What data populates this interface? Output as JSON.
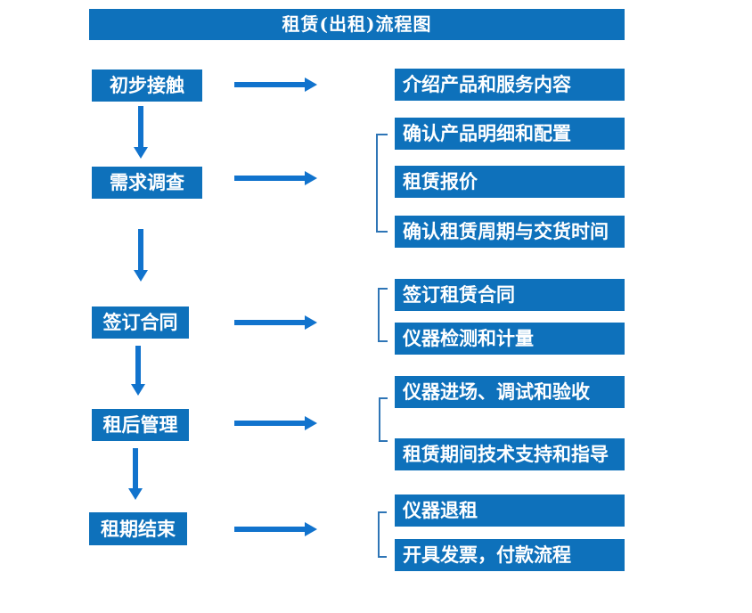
{
  "title": "租赁(出租)流程图",
  "colors": {
    "box_fill": "#0e71bb",
    "arrow": "#1173cd",
    "bracket": "#2e75b6",
    "text": "#ffffff"
  },
  "rows": [
    {
      "stage": "初步接触",
      "items": [
        "介绍产品和服务内容"
      ]
    },
    {
      "stage": "需求调查",
      "items": [
        "确认产品明细和配置",
        "租赁报价",
        "确认租赁周期与交货时间"
      ]
    },
    {
      "stage": "签订合同",
      "items": [
        "签订租赁合同",
        "仪器检测和计量"
      ]
    },
    {
      "stage": "租后管理",
      "items": [
        "仪器进场、调试和验收",
        "租赁期间技术支持和指导"
      ]
    },
    {
      "stage": "租期结束",
      "items": [
        "仪器退租",
        "开具发票，付款流程"
      ]
    }
  ]
}
